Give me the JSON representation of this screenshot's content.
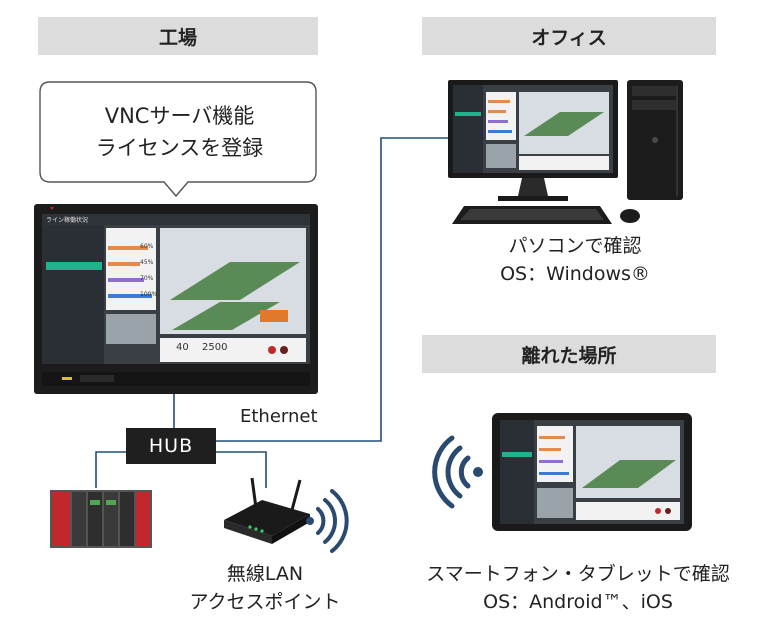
{
  "headers": {
    "factory": "工場",
    "office": "オフィス",
    "remote": "離れた場所"
  },
  "bubble": {
    "line1": "VNCサーバ機能",
    "line2": "ライセンスを登録"
  },
  "office_caption": {
    "line1": "パソコンで確認",
    "line2": "OS：Windows®"
  },
  "remote_caption": {
    "line1": "スマートフォン・タブレットで確認",
    "line2": "OS：Android™、iOS"
  },
  "ethernet_label": "Ethernet",
  "hub_label": "HUB",
  "ap_caption": {
    "line1": "無線LAN",
    "line2": "アクセスポイント"
  },
  "screen": {
    "title": "ライン稼働状況",
    "pct": [
      "60%",
      "45%",
      "70%",
      "100%"
    ],
    "values": [
      "40",
      "2500"
    ]
  },
  "colors": {
    "line": "#1f4e79",
    "header_bg": "#dcdcdc",
    "hub_bg": "#1f1f1f",
    "wifi": "#2b4a6f",
    "plc_red": "#c0282d"
  }
}
